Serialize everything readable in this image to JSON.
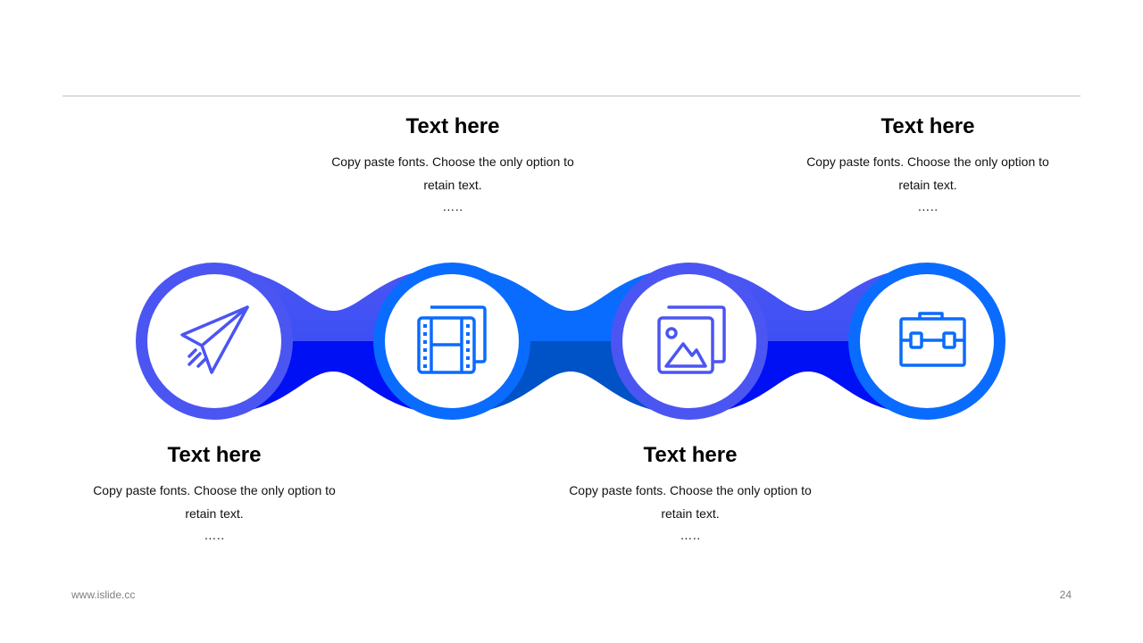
{
  "items": [
    {
      "title": "Text here",
      "body": "Copy paste fonts. Choose the only option to retain text.",
      "dots": "….."
    },
    {
      "title": "Text here",
      "body": "Copy paste fonts. Choose the only option to retain text.",
      "dots": "….."
    },
    {
      "title": "Text here",
      "body": "Copy paste fonts. Choose the only option to retain text.",
      "dots": "….."
    },
    {
      "title": "Text here",
      "body": "Copy paste fonts. Choose the only option to retain text.",
      "dots": "….."
    }
  ],
  "icons": [
    "paper-plane-icon",
    "film-icon",
    "image-icon",
    "toolbox-icon"
  ],
  "footer": {
    "website": "www.islide.cc",
    "page_number": "24"
  },
  "colors": {
    "purple": "#4b55f2",
    "blue": "#0a6bff",
    "deep_blue": "#0010f5",
    "mid_blue": "#0052c7"
  }
}
